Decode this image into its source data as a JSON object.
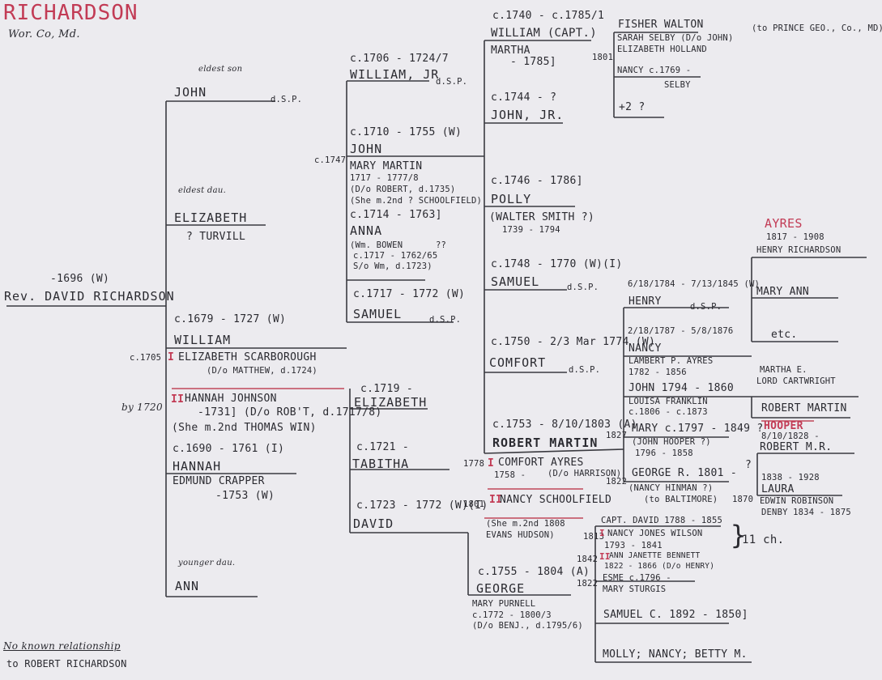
{
  "header": {
    "title": "RICHARDSON",
    "subtitle": "Wor. Co, Md."
  },
  "founder": {
    "death": "-1696 (W)",
    "name": "Rev. DAVID RICHARDSON"
  },
  "gen1": {
    "john": {
      "note": "eldest son",
      "name": "JOHN",
      "ds": "d.S.P."
    },
    "elizabeth": {
      "note": "eldest dau.",
      "name": "ELIZABETH",
      "spouse": "?    TURVILL"
    },
    "william": {
      "dates": "c.1679 - 1727 (W)",
      "name": "WILLIAM"
    },
    "wife1": {
      "marker": "c.1705",
      "roman": "I",
      "name": "ELIZABETH SCARBOROUGH",
      "parent": "(D/o MATTHEW, d.1724)"
    },
    "wife2": {
      "marker": "by 1720",
      "roman": "II",
      "name": "HANNAH JOHNSON",
      "dates": "-1731] (D/o ROB'T, d.1717/8)",
      "note": "(She m.2nd THOMAS WIN)"
    },
    "hannah": {
      "dates": "c.1690 - 1761 (I)",
      "name": "HANNAH",
      "spouse": "EDMUND CRAPPER",
      "spouse_dates": "-1753 (W)"
    },
    "ann": {
      "note": "younger dau.",
      "name": "ANN"
    },
    "footer1": "No known relationship",
    "footer2": "to ROBERT RICHARDSON"
  },
  "gen2": {
    "william_jr": {
      "dates": "c.1706 - 1724/7",
      "name": "WILLIAM, JR",
      "ds": "d.S.P."
    },
    "john": {
      "marker": "c.1747",
      "dates": "c.1710 - 1755 (W)",
      "name": "JOHN"
    },
    "mary_martin": {
      "name": "MARY MARTIN",
      "dates": "1717 - 1777/8",
      "parent": "(D/o ROBERT, d.1735)",
      "note": "(She m.2nd ? SCHOOLFIELD)"
    },
    "anna": {
      "dates": "c.1714 - 1763]",
      "name": "ANNA",
      "spouse": "(Wm. BOWEN",
      "q": "??",
      "spouse_dates": "c.1717 - 1762/65",
      "note": "S/o Wm, d.1723)"
    },
    "samuel": {
      "dates": "c.1717 - 1772 (W)",
      "name": "SAMUEL",
      "ds": "d.S.P."
    },
    "elizabeth": {
      "dates": "c.1719 -",
      "name": "ELIZABETH"
    },
    "tabitha": {
      "dates": "c.1721 -",
      "name": "TABITHA"
    },
    "david": {
      "dates": "c.1723 - 1772 (W)(I)",
      "name": "DAVID",
      "marker": "1801",
      "note1": "(She m.2nd 1808",
      "note2": "EVANS HUDSON)"
    }
  },
  "gen3": {
    "william_capt": {
      "dates": "c.1740 - c.1785/1",
      "name": "WILLIAM (CAPT.)"
    },
    "martha": {
      "name": "MARTHA",
      "dates": "- 1785]",
      "marker": "1801"
    },
    "john_jr": {
      "dates": "c.1744 - ?",
      "name": "JOHN, JR."
    },
    "polly": {
      "dates": "c.1746 - 1786]",
      "name": "POLLY",
      "spouse": "(WALTER SMITH ?)",
      "spouse_dates": "1739 - 1794"
    },
    "samuel": {
      "dates": "c.1748 - 1770 (W)(I)",
      "name": "SAMUEL",
      "ds": "d.S.P."
    },
    "comfort": {
      "dates": "c.1750 - 2/3 Mar 1774 (W)",
      "name": "COMFORT",
      "ds": "d.S.P."
    },
    "robert_martin": {
      "dates": "c.1753 - 8/10/1803 (A)",
      "name": "ROBERT MARTIN",
      "marker": "1827"
    },
    "comfort_ayres": {
      "marker": "1778",
      "roman": "I",
      "name": "COMFORT AYRES",
      "dates": "1758 -",
      "parent": "(D/o HARRISON)"
    },
    "nancy_schoolfield": {
      "marker": "1801",
      "roman": "II",
      "name": "NANCY SCHOOLFIELD"
    },
    "george": {
      "dates": "c.1755 - 1804 (A)",
      "name": "GEORGE",
      "spouse": "MARY PURNELL",
      "spouse_dates": "c.1772 - 1800/3",
      "parent": "(D/o BENJ., d.1795/6)"
    }
  },
  "gen4": {
    "fisher_walton": "FISHER WALTON",
    "sarah_selby": "SARAH SELBY (D/o JOHN)",
    "elizabeth_holland": "ELIZABETH HOLLAND",
    "prince_geo": "(to PRINCE GEO., Co., MD)",
    "nancy_selby": {
      "name": "NANCY c.1769 -",
      "spouse": "SELBY"
    },
    "plus2": "+2 ?",
    "henry": {
      "dates": "6/18/1784 - 7/13/1845 (W)",
      "name": "HENRY",
      "ds": "d.S.P."
    },
    "nancy": {
      "dates": "2/18/1787 - 5/8/1876",
      "name": "NANCY",
      "spouse": "LAMBERT P. AYRES",
      "spouse_dates": "1782 - 1856"
    },
    "john": {
      "name": "JOHN 1794 - 1860",
      "spouse": "LOUISA FRANKLIN",
      "spouse_dates": "c.1806 - c.1873"
    },
    "mary": {
      "name": "MARY c.1797 - 1849 ?",
      "spouse": "(JOHN HOOPER ?)",
      "spouse_dates": "1796 - 1858"
    },
    "george_r": {
      "name": "GEORGE R. 1801 -",
      "marker": "1822",
      "spouse": "(NANCY HINMAN ?)",
      "note": "(to BALTIMORE)"
    },
    "q": "?",
    "capt_david": {
      "name": "CAPT. DAVID 1788 - 1855",
      "marker": "1813",
      "roman1": "I",
      "wife1": "NANCY JONES WILSON",
      "wife1_dates": "1793 - 1841",
      "marker2": "1842",
      "roman2": "II",
      "wife2": "ANN JANETTE BENNETT",
      "wife2_dates": "1822 - 1866 (D/o HENRY)",
      "children": "11 ch."
    },
    "esme": {
      "name": "ESME c.1796 -",
      "marker": "1822",
      "spouse": "MARY STURGIS"
    },
    "samuel_c": "SAMUEL C. 1892 - 1850]",
    "molly": "MOLLY; NANCY; BETTY M."
  },
  "gen5": {
    "ayres_label": "AYRES",
    "ayres_dates": "1817 - 1908",
    "henry_richardson": "HENRY RICHARDSON",
    "mary_ann": "MARY ANN",
    "etc": "etc.",
    "martha_e": "MARTHA E.",
    "lord_cartwright": "LORD CARTWRIGHT",
    "robert_martin": "ROBERT MARTIN",
    "hooper_label": "HOOPER",
    "hooper_date": "8/10/1828 -",
    "robert_mr": "ROBERT M.R.",
    "laura_dates": "1838 - 1928",
    "laura": "LAURA",
    "edwin": "EDWIN ROBINSON",
    "denby": "DENBY 1834 - 1875",
    "marker_1870": "1870"
  }
}
